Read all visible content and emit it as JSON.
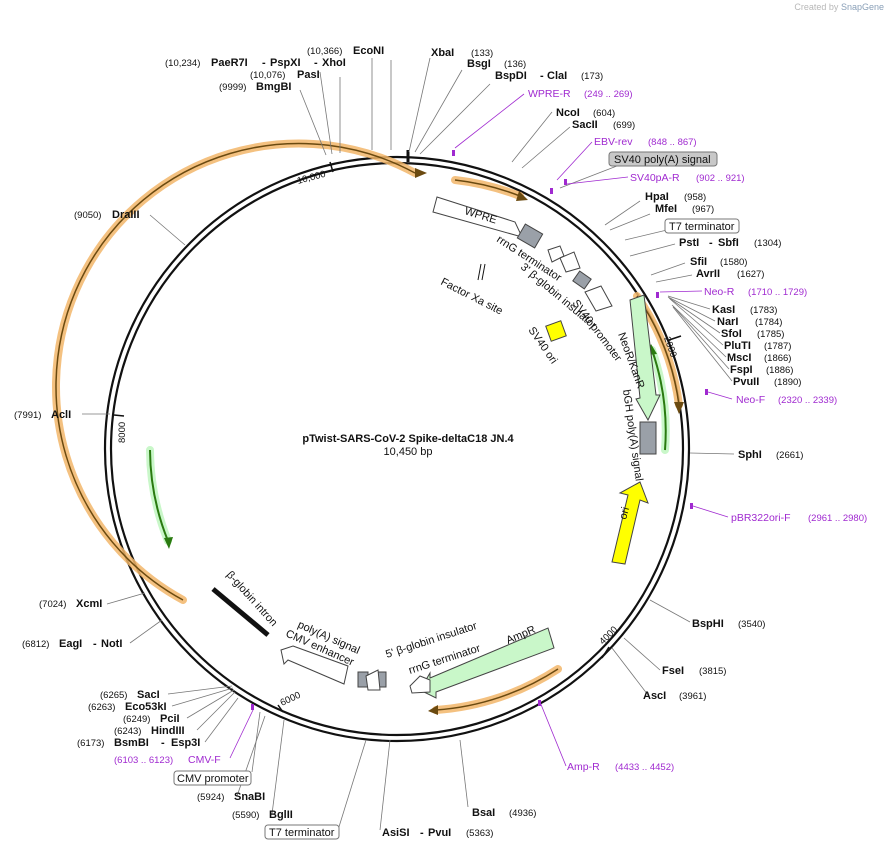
{
  "credit": {
    "prefix": "Created by",
    "brand": "SnapGene"
  },
  "plasmid": {
    "name": "pTwist-SARS-CoV-2 Spike-deltaC18 JN.4",
    "length_label": "10,450 bp",
    "length": 10450
  },
  "ticks": [
    "2000",
    "4000",
    "6000",
    "8000",
    "10,000"
  ],
  "enzymes_right": [
    {
      "name": "XbaI",
      "pos": "(133)"
    },
    {
      "name": "BsgI",
      "pos": "(136)"
    },
    {
      "name": "BspDI",
      "name2": "ClaI",
      "pos": "(173)"
    },
    {
      "name": "NcoI",
      "pos": "(604)"
    },
    {
      "name": "SacII",
      "pos": "(699)"
    },
    {
      "name": "HpaI",
      "pos": "(958)"
    },
    {
      "name": "MfeI",
      "pos": "(967)"
    },
    {
      "name": "PstI",
      "name2": "SbfI",
      "pos": "(1304)"
    },
    {
      "name": "SfiI",
      "pos": "(1580)"
    },
    {
      "name": "AvrII",
      "pos": "(1627)"
    },
    {
      "name": "KasI",
      "pos": "(1783)"
    },
    {
      "name": "NarI",
      "pos": "(1784)"
    },
    {
      "name": "SfoI",
      "pos": "(1785)"
    },
    {
      "name": "PluTI",
      "pos": "(1787)"
    },
    {
      "name": "MscI",
      "pos": "(1866)"
    },
    {
      "name": "FspI",
      "pos": "(1886)"
    },
    {
      "name": "PvuII",
      "pos": "(1890)"
    },
    {
      "name": "SphI",
      "pos": "(2661)"
    },
    {
      "name": "BspHI",
      "pos": "(3540)"
    },
    {
      "name": "FseI",
      "pos": "(3815)"
    },
    {
      "name": "AscI",
      "pos": "(3961)"
    },
    {
      "name": "BsaI",
      "pos": "(4936)"
    },
    {
      "name": "AsiSI",
      "name2": "PvuI",
      "pos": "(5363)"
    }
  ],
  "enzymes_left": [
    {
      "name": "EcoNI",
      "pos": "(10,366)"
    },
    {
      "name": "PaeR7I",
      "name2": "PspXI",
      "name3": "XhoI",
      "pos": "(10,234)"
    },
    {
      "name": "PasI",
      "pos": "(10,076)"
    },
    {
      "name": "BmgBI",
      "pos": "(9999)"
    },
    {
      "name": "DraIII",
      "pos": "(9050)"
    },
    {
      "name": "AclI",
      "pos": "(7991)"
    },
    {
      "name": "XcmI",
      "pos": "(7024)"
    },
    {
      "name": "EagI",
      "name2": "NotI",
      "pos": "(6812)"
    },
    {
      "name": "SacI",
      "pos": "(6265)"
    },
    {
      "name": "Eco53kI",
      "pos": "(6263)"
    },
    {
      "name": "PciI",
      "pos": "(6249)"
    },
    {
      "name": "HindIII",
      "pos": "(6243)"
    },
    {
      "name": "BsmBI",
      "name2": "Esp3I",
      "pos": "(6173)"
    },
    {
      "name": "SnaBI",
      "pos": "(5924)"
    },
    {
      "name": "BglII",
      "pos": "(5590)"
    }
  ],
  "primers": [
    {
      "name": "WPRE-R",
      "pos": "(249 .. 269)"
    },
    {
      "name": "EBV-rev",
      "pos": "(848 .. 867)"
    },
    {
      "name": "SV40pA-R",
      "pos": "(902 .. 921)"
    },
    {
      "name": "Neo-R",
      "pos": "(1710 .. 1729)"
    },
    {
      "name": "Neo-F",
      "pos": "(2320 .. 2339)"
    },
    {
      "name": "pBR322ori-F",
      "pos": "(2961 .. 2980)"
    },
    {
      "name": "Amp-R",
      "pos": "(4433 .. 4452)"
    },
    {
      "name": "CMV-F",
      "pos": "(6103 .. 6123)"
    }
  ],
  "boxed_labels": [
    "SV40 poly(A) signal",
    "T7 terminator",
    "CMV promoter",
    "T7 terminator"
  ],
  "features": [
    "WPRE",
    "rrnG terminator",
    "3' β-globin insulator",
    "Factor Xa site",
    "SV40 promoter",
    "SV40 ori",
    "NeoR/KanR",
    "bGH poly(A) signal",
    "ori",
    "AmpR",
    "5' β-globin insulator",
    "rrnG terminator",
    "poly(A) signal",
    "CMV enhancer",
    "β-globin intron"
  ],
  "colors": {
    "orf": "#f2b66a",
    "orf_inner": "#6b4a10",
    "neo": "#c9f7c9",
    "ori": "#ffff00",
    "terminator": "#9aa0a8",
    "primer": "#a02ad0",
    "backbone": "#111111"
  }
}
